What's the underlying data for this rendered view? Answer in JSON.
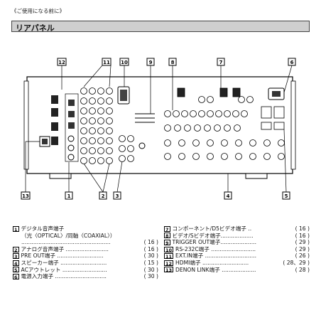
{
  "breadcrumb": "《ご使用になる前に》",
  "section_title": "リアパネル",
  "diagram_labels": [
    "12",
    "11",
    "10",
    "9",
    "8",
    "7",
    "6",
    "13",
    "1",
    "2",
    "3",
    "4",
    "5"
  ],
  "legend_left": [
    {
      "num": "1",
      "label": "デジタル音声端子",
      "page": ""
    },
    {
      "num": "",
      "label": "（光〈OPTICAL〉/同軸〈COAXIAL〉）",
      "page": ""
    },
    {
      "num": "",
      "label": "....................................................",
      "page": "( 16 )"
    },
    {
      "num": "2",
      "label": "アナログ音声端子 .........................",
      "page": "( 16 )"
    },
    {
      "num": "3",
      "label": "PRE OUT端子 ...........................",
      "page": "( 30 )"
    },
    {
      "num": "4",
      "label": "スピーカー端子 ...........................",
      "page": "( 15 )"
    },
    {
      "num": "5",
      "label": "ACアウトレット ..........................",
      "page": "( 30 )"
    },
    {
      "num": "6",
      "label": "電源入力端子 ..............................",
      "page": "( 30 )"
    }
  ],
  "legend_right": [
    {
      "num": "7",
      "label": "コンポーネント/D5ビデオ端子 ..",
      "page": "( 16 )"
    },
    {
      "num": "8",
      "label": "ビデオ/Sビデオ端子...................",
      "page": "( 16 )"
    },
    {
      "num": "9",
      "label": "TRIGGER OUT端子.....................",
      "page": "( 29 )"
    },
    {
      "num": "10",
      "label": "RS-232C端子 ..........................",
      "page": "( 29 )"
    },
    {
      "num": "11",
      "label": "EXT.IN端子 ..............................",
      "page": "( 26 )"
    },
    {
      "num": "12",
      "label": "HDMI端子 ...........................",
      "page": "( 28、29 )"
    },
    {
      "num": "13",
      "label": "DENON LINK端子 ....................",
      "page": "( 28 )"
    }
  ]
}
